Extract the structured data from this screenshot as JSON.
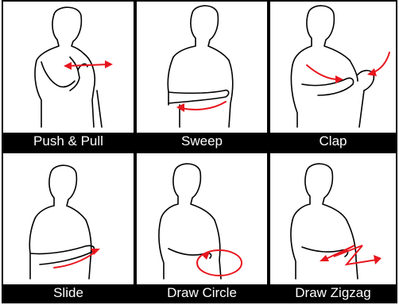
{
  "colors": {
    "arrow": "#e8161e",
    "caption_bg": "#000000",
    "caption_text": "#ffffff",
    "line": "#000000"
  },
  "gestures": [
    {
      "label": "Push & Pull"
    },
    {
      "label": "Sweep"
    },
    {
      "label": "Clap"
    },
    {
      "label": "Slide"
    },
    {
      "label": "Draw Circle"
    },
    {
      "label": "Draw Zigzag"
    }
  ]
}
